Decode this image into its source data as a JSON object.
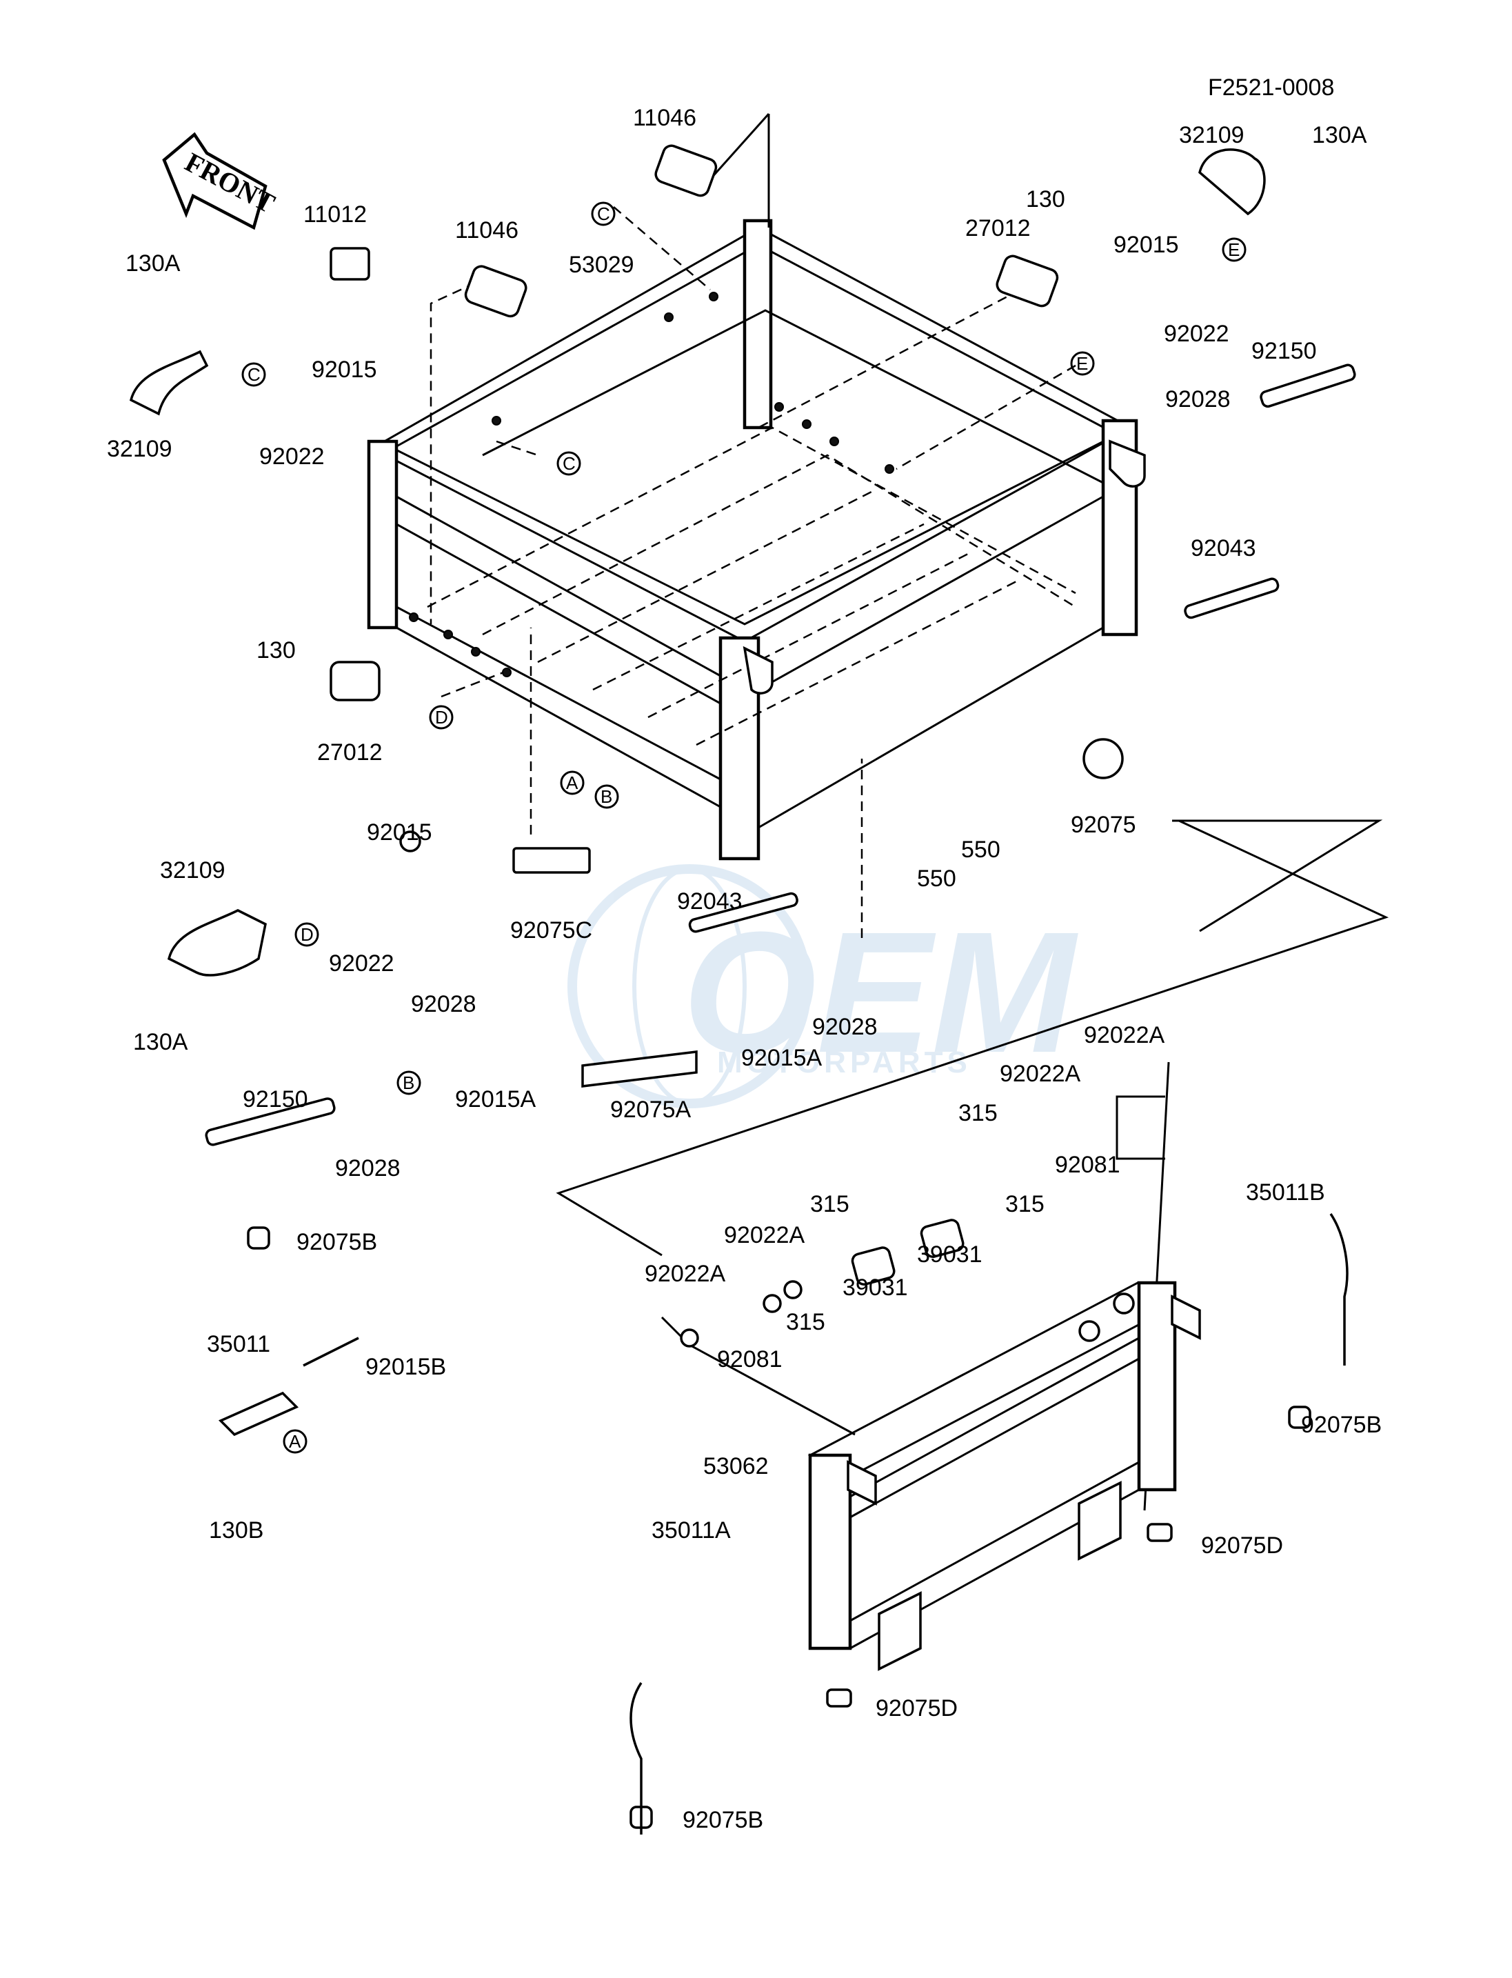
{
  "figure_code": "F2521-0008",
  "front_label": "FRONT",
  "watermark": {
    "brand": "OEM",
    "sub": "MOTORPARTS",
    "color": "#c8dcee"
  },
  "callouts": [
    "A",
    "B",
    "C",
    "D",
    "E"
  ],
  "labels": [
    {
      "id": "p11046a",
      "text": "11046"
    },
    {
      "id": "p11012",
      "text": "11012"
    },
    {
      "id": "p11046b",
      "text": "11046"
    },
    {
      "id": "p53029",
      "text": "53029"
    },
    {
      "id": "p130A_tl",
      "text": "130A"
    },
    {
      "id": "p92015_tl",
      "text": "92015"
    },
    {
      "id": "p32109_tl",
      "text": "32109"
    },
    {
      "id": "p92022_tl",
      "text": "92022"
    },
    {
      "id": "p130_tr",
      "text": "130"
    },
    {
      "id": "p27012_tr",
      "text": "27012"
    },
    {
      "id": "p32109_tr",
      "text": "32109"
    },
    {
      "id": "p130A_tr",
      "text": "130A"
    },
    {
      "id": "p92015_tr",
      "text": "92015"
    },
    {
      "id": "p92022_tr",
      "text": "92022"
    },
    {
      "id": "p92150_tr",
      "text": "92150"
    },
    {
      "id": "p92028_tr",
      "text": "92028"
    },
    {
      "id": "p92043_r",
      "text": "92043"
    },
    {
      "id": "p130_l",
      "text": "130"
    },
    {
      "id": "p27012_l",
      "text": "27012"
    },
    {
      "id": "p92075",
      "text": "92075"
    },
    {
      "id": "p550a",
      "text": "550"
    },
    {
      "id": "p550b",
      "text": "550"
    },
    {
      "id": "p92015_ml",
      "text": "92015"
    },
    {
      "id": "p32109_ml",
      "text": "32109"
    },
    {
      "id": "p92075C",
      "text": "92075C"
    },
    {
      "id": "p92043_c",
      "text": "92043"
    },
    {
      "id": "p92022_ml",
      "text": "92022"
    },
    {
      "id": "p130A_ml",
      "text": "130A"
    },
    {
      "id": "p92028_ml",
      "text": "92028"
    },
    {
      "id": "p92015A_l",
      "text": "92015A"
    },
    {
      "id": "p92028_c",
      "text": "92028"
    },
    {
      "id": "p92015A_c",
      "text": "92015A"
    },
    {
      "id": "p92075A",
      "text": "92075A"
    },
    {
      "id": "p92150_l",
      "text": "92150"
    },
    {
      "id": "p92028_l",
      "text": "92028"
    },
    {
      "id": "p92022A_1",
      "text": "92022A"
    },
    {
      "id": "p92022A_2",
      "text": "92022A"
    },
    {
      "id": "p315_1",
      "text": "315"
    },
    {
      "id": "p92081_r",
      "text": "92081"
    },
    {
      "id": "p315_2",
      "text": "315"
    },
    {
      "id": "p315_3",
      "text": "315"
    },
    {
      "id": "p92022A_3",
      "text": "92022A"
    },
    {
      "id": "p39031a",
      "text": "39031"
    },
    {
      "id": "p39031b",
      "text": "39031"
    },
    {
      "id": "p92022A_4",
      "text": "92022A"
    },
    {
      "id": "p315_4",
      "text": "315"
    },
    {
      "id": "p92081_l",
      "text": "92081"
    },
    {
      "id": "p35011B",
      "text": "35011B"
    },
    {
      "id": "p92075B_tl",
      "text": "92075B"
    },
    {
      "id": "p35011",
      "text": "35011"
    },
    {
      "id": "p92015B",
      "text": "92015B"
    },
    {
      "id": "p130B",
      "text": "130B"
    },
    {
      "id": "p53062",
      "text": "53062"
    },
    {
      "id": "p92075B_r",
      "text": "92075B"
    },
    {
      "id": "p35011A",
      "text": "35011A"
    },
    {
      "id": "p92075D_r",
      "text": "92075D"
    },
    {
      "id": "p92075D_b",
      "text": "92075D"
    },
    {
      "id": "p92075B_b",
      "text": "92075B"
    }
  ]
}
